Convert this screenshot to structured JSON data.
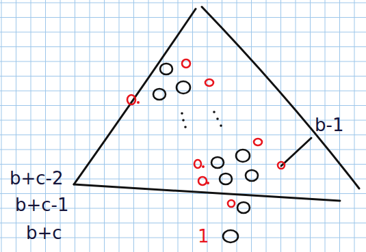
{
  "diagram": {
    "labels": [
      "b+c-2",
      "b+c-1",
      "b+c",
      "b-1",
      "1"
    ]
  }
}
